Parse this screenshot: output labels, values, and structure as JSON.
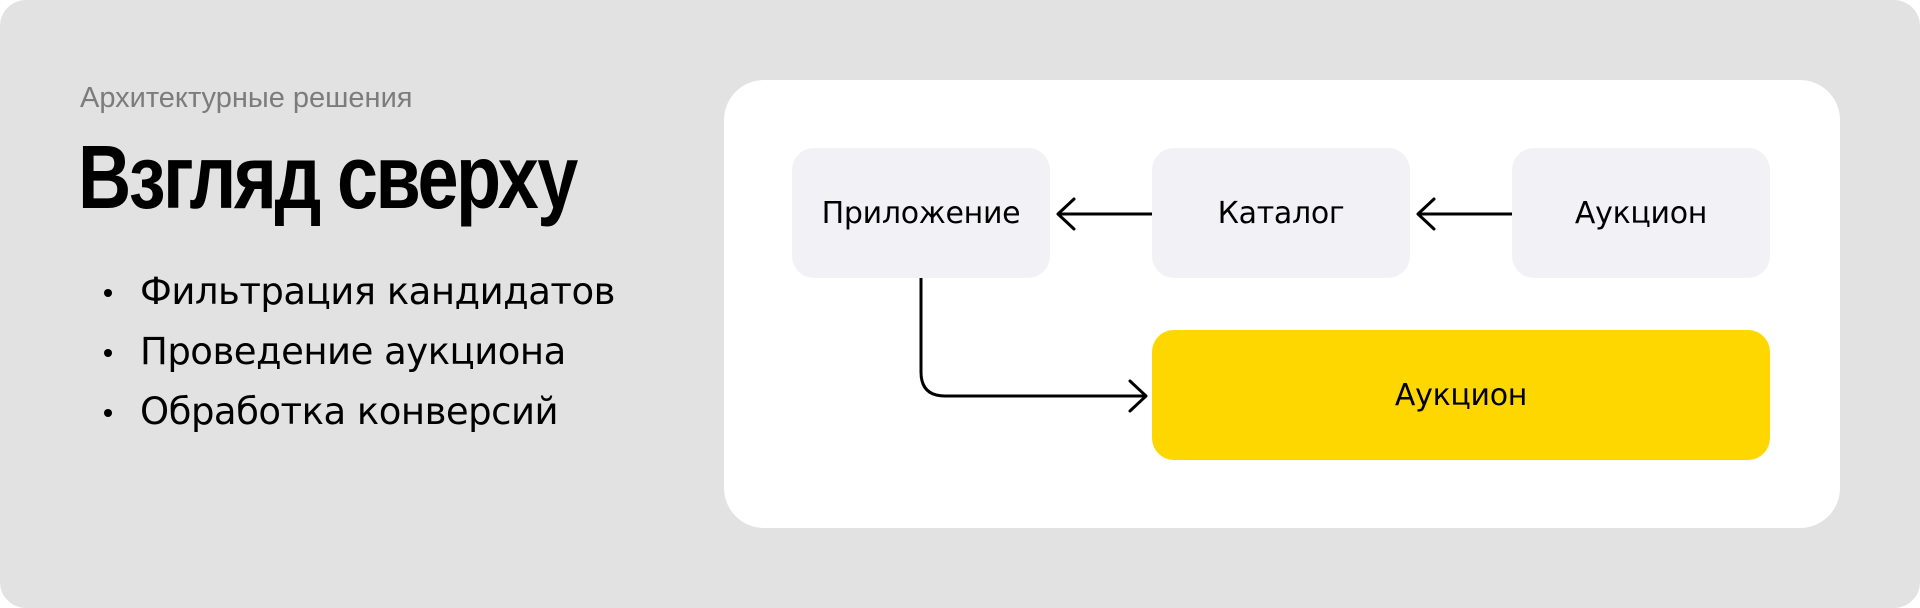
{
  "slide": {
    "subtitle": "Архитектурные решения",
    "title": "Взгляд сверху",
    "bullets": [
      "Фильтрация кандидатов",
      "Проведение аукциона",
      "Обработка конверсий"
    ]
  },
  "diagram": {
    "nodes": [
      {
        "id": "app",
        "label": "Приложение",
        "color": "#f2f2f6"
      },
      {
        "id": "catalog",
        "label": "Каталог",
        "color": "#f2f2f6"
      },
      {
        "id": "auction-top",
        "label": "Аукцион",
        "color": "#f2f2f6"
      },
      {
        "id": "auction-main",
        "label": "Аукцион",
        "color": "#ffd700"
      }
    ],
    "edges": [
      {
        "from": "auction-top",
        "to": "catalog"
      },
      {
        "from": "catalog",
        "to": "app"
      },
      {
        "from": "app",
        "to": "auction-main"
      }
    ]
  },
  "colors": {
    "background": "#e2e2e2",
    "panel": "#ffffff",
    "accent": "#ffd700",
    "node": "#f2f2f6",
    "subtitle": "#7c7c7c"
  }
}
